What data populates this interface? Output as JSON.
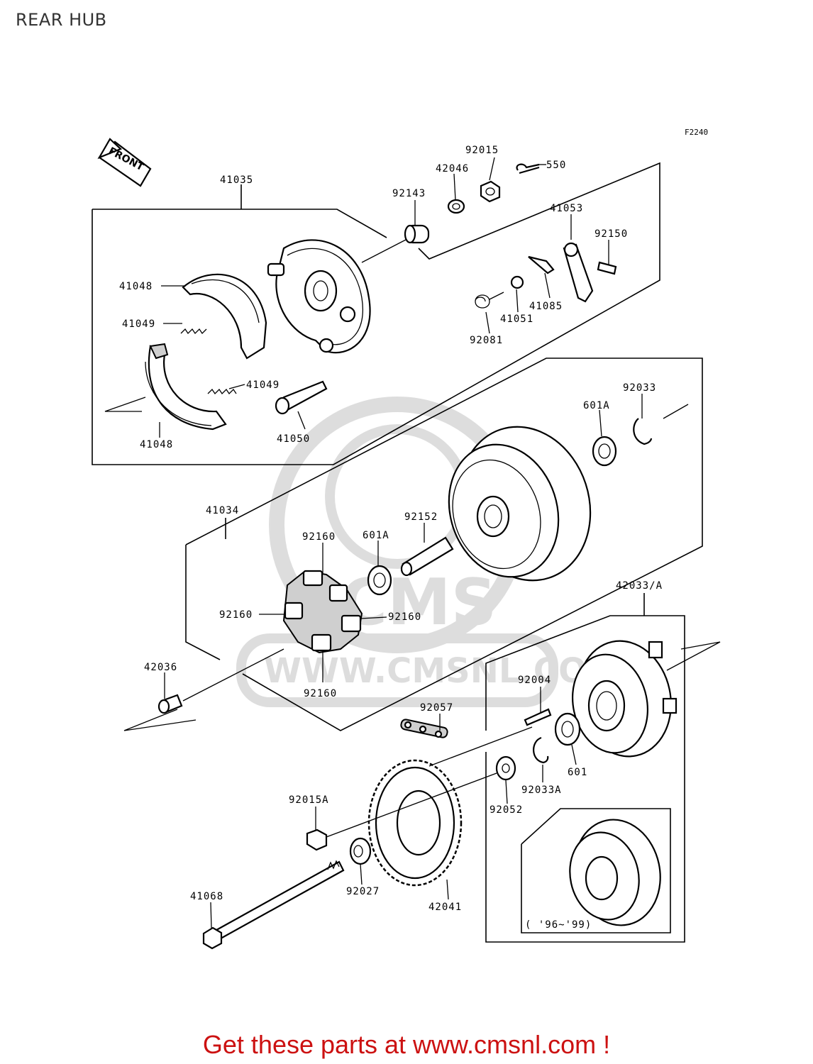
{
  "title": "REAR HUB",
  "figure_code": "F2240",
  "front_arrow_text": "FRONT",
  "watermark_brand": "CMS",
  "watermark_url": "WWW.CMSNL.COM",
  "footer": "Get these parts at www.cmsnl.com !",
  "year_note": "( '96~'99)",
  "colors": {
    "footer": "#cc1111",
    "title": "#333333",
    "lines": "#000000"
  },
  "labels": [
    "41035",
    "92015",
    "550",
    "42046",
    "92143",
    "41053",
    "92150",
    "41048",
    "41049",
    "41085",
    "41051",
    "92081",
    "41049",
    "41050",
    "41048",
    "92033",
    "601A",
    "41034",
    "92152",
    "92160",
    "601A",
    "92160",
    "92160",
    "92160",
    "42033/A",
    "42036",
    "92004",
    "92057",
    "601",
    "92033A",
    "92015A",
    "92052",
    "92027",
    "42041",
    "41068"
  ]
}
